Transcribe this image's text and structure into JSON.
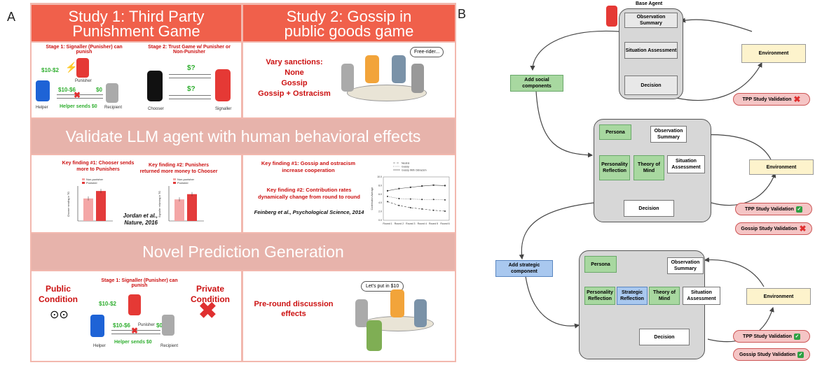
{
  "panel_a": {
    "label": "A",
    "study1_title": "Study 1: Third Party Punishment Game",
    "study2_title": "Study 2: Gossip in public goods game",
    "stage1": "Stage 1: Signaller (Punisher) can punish",
    "stage2": "Stage 2: Trust Game w/ Punisher or Non-Punisher",
    "money1": "$10-$2",
    "money2": "$10-$6",
    "money3": "$0",
    "punisher": "Punisher",
    "helper_sends": "Helper sends $0",
    "helper": "Helper",
    "recipient": "Recipient",
    "chooser": "Chooser",
    "signaller": "Signaller",
    "q1": "$?",
    "q2": "$?",
    "sanctions": "Vary sanctions:",
    "s_none": "None",
    "s_gossip": "Gossip",
    "s_ostr": "Gossip + Ostracism",
    "freerider": "Free-rider...",
    "validate_title": "Validate LLM agent with human behavioral effects",
    "kf1": "Key finding #1: Chooser sends more to Punishers",
    "kf2": "Key finding #2: Punishers returned more money to Chooser",
    "legend_np": "Non-punisher",
    "legend_p": "Punisher",
    "ylabel1": "Chooser sending in TG",
    "ylabel2": "Signaller returning in TG",
    "jordan": "Jordan et al., Nature, 2016",
    "kf3": "Key finding #1: Gossip and ostracism increase cooperation",
    "kf4": "Key finding #2: Contribution rates dynamically change from round to round",
    "feinberg": "Feinberg et al., Psychological Science, 2014",
    "line_legend": [
      "Neutral",
      "Gossip",
      "Gossip With Ostracism"
    ],
    "rounds": [
      "Round 1",
      "Round 2",
      "Round 3",
      "Round 4",
      "Round 5",
      "Round 6"
    ],
    "ylabel3": "Contribution Average",
    "novel_title": "Novel Prediction Generation",
    "public": "Public Condition",
    "private": "Private Condition",
    "lets_put": "Let's put in $10",
    "preround": "Pre-round discussion effects"
  },
  "panel_b": {
    "label": "B",
    "base_agent": "Base Agent",
    "obs_summary": "Observation Summary",
    "sit_assess": "Situation Assessment",
    "decision": "Decision",
    "environment": "Environment",
    "add_social": "Add social components",
    "add_strategic": "Add strategic component",
    "persona": "Persona",
    "personality": "Personality Reflection",
    "theory_mind": "Theory of Mind",
    "strategic": "Strategic Reflection",
    "tpp_valid": "TPP Study Validation",
    "gossip_valid": "Gossip Study Validation"
  },
  "colors": {
    "red_header": "#f0604b",
    "pink_header": "#e7b3ab",
    "green_box": "#a8d8a0",
    "blue_box": "#a9c8ef",
    "env_box": "#fdf3cc",
    "pill": "#f5c5c5"
  },
  "chart_data": [
    {
      "type": "bar",
      "categories": [
        "Non-punisher",
        "Punisher"
      ],
      "values": [
        0.45,
        0.6
      ],
      "ylabel": "Chooser sending in TG",
      "ylim": [
        0,
        0.7
      ]
    },
    {
      "type": "bar",
      "categories": [
        "Non-punisher",
        "Punisher"
      ],
      "values": [
        0.37,
        0.46
      ],
      "ylabel": "Signaller returning in TG",
      "ylim": [
        0,
        0.6
      ]
    },
    {
      "type": "line",
      "x": [
        "Round 1",
        "Round 2",
        "Round 3",
        "Round 4",
        "Round 5",
        "Round 6"
      ],
      "series": [
        {
          "name": "Neutral",
          "values": [
            4.3,
            3.4,
            2.9,
            2.6,
            2.3,
            2.1
          ]
        },
        {
          "name": "Gossip",
          "values": [
            5.5,
            5.0,
            4.9,
            4.8,
            4.8,
            4.7
          ]
        },
        {
          "name": "Gossip With Ostracism",
          "values": [
            6.8,
            7.3,
            7.6,
            7.9,
            8.1,
            8.0
          ]
        }
      ],
      "ylabel": "Contribution Average",
      "ylim": [
        0,
        10
      ]
    }
  ]
}
